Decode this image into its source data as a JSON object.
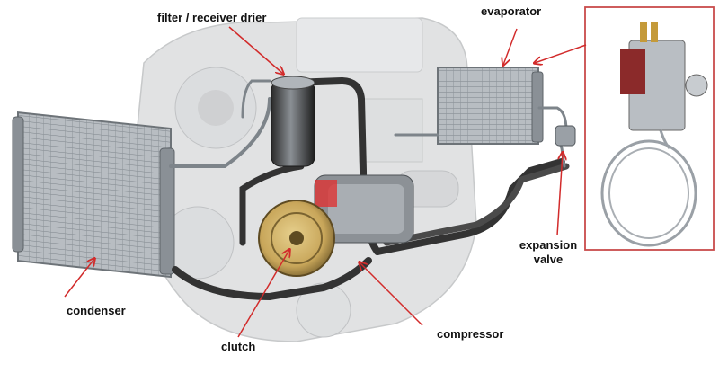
{
  "diagram": {
    "labels": {
      "filter_receiver_drier": "filter / receiver drier",
      "evaporator": "evaporator",
      "condenser": "condenser",
      "clutch": "clutch",
      "compressor": "compressor",
      "expansion_valve_line1": "expansion",
      "expansion_valve_line2": "valve"
    },
    "components": [
      "engine",
      "condenser",
      "evaporator",
      "filter-receiver-drier",
      "compressor",
      "clutch",
      "expansion-valve",
      "thermostat-switch"
    ],
    "colors": {
      "arrow": "#d22b2b",
      "inset_border": "#c94b4b",
      "hose": "#3a3a3a",
      "metal": "#9aa0a6",
      "clutch_gold": "#c8a65a"
    }
  }
}
